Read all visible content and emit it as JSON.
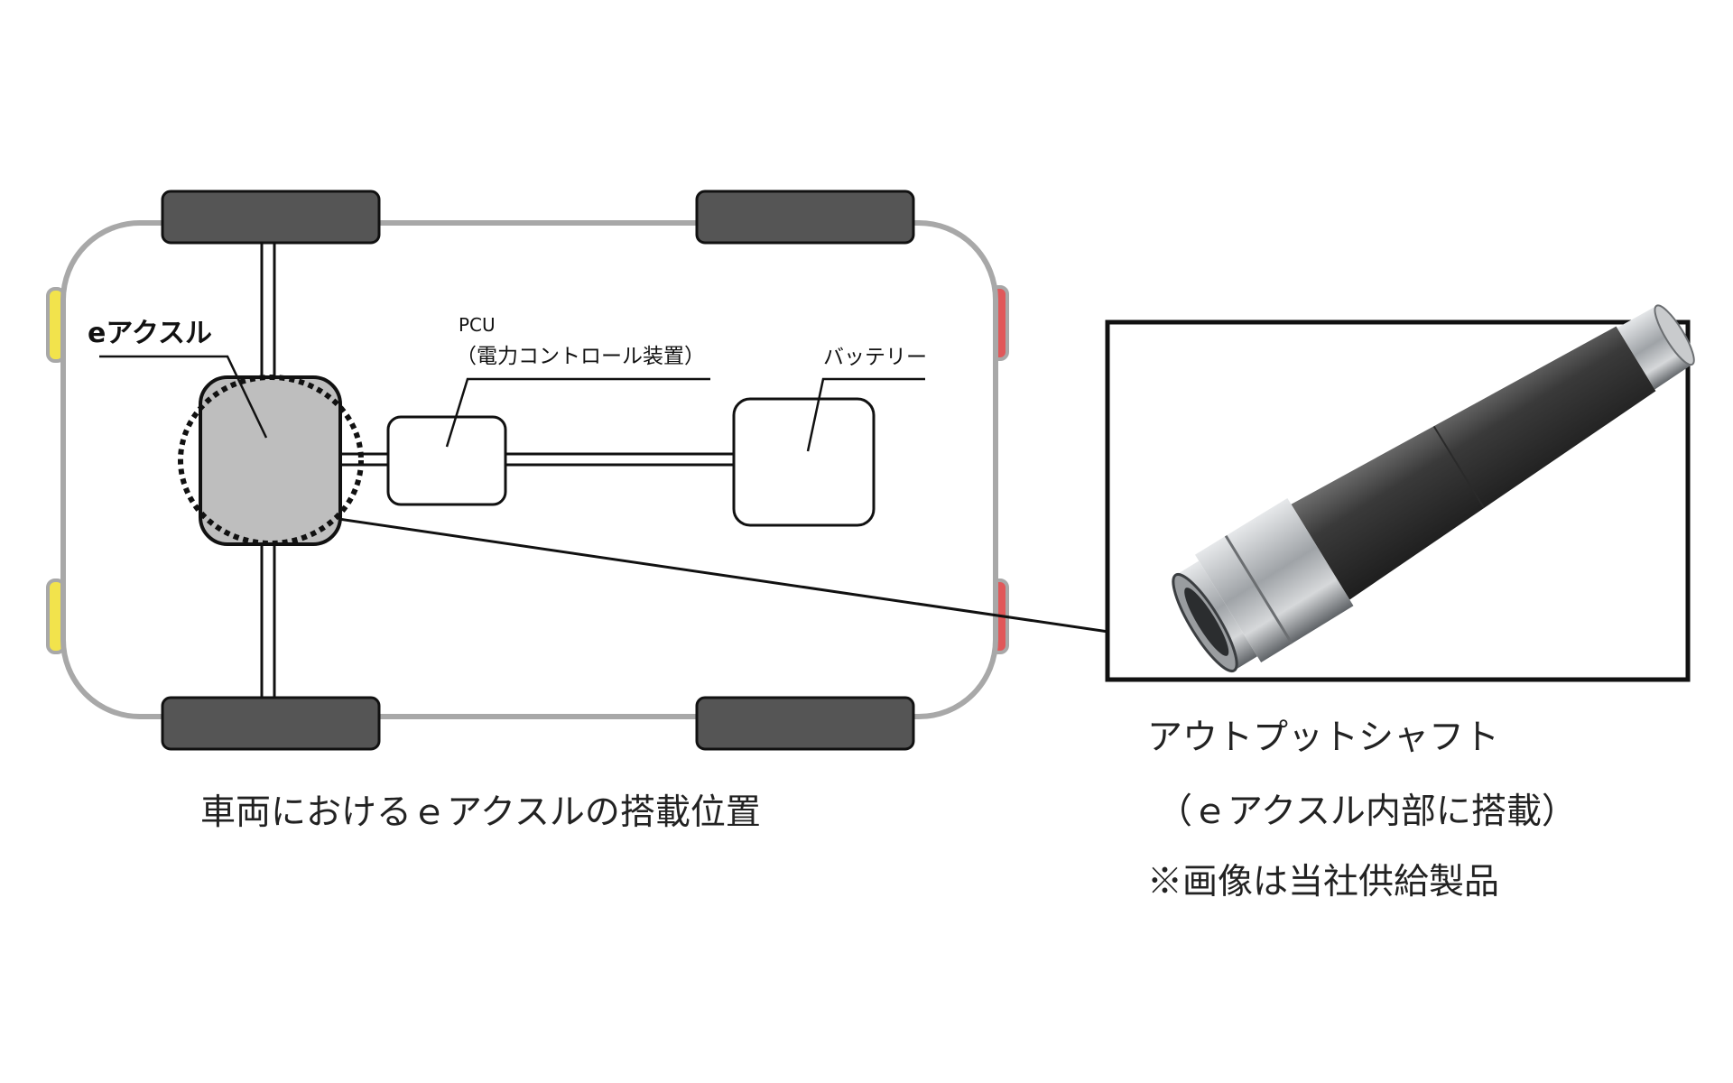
{
  "vehicle_diagram": {
    "eaxle_label": "eアクスル",
    "pcu_label_line1": "PCU",
    "pcu_label_line2": "（電力コントロール装置）",
    "battery_label": "バッテリー",
    "caption": "車両におけるｅアクスルの搭載位置"
  },
  "product_panel": {
    "product_name": "アウトプットシャフト",
    "product_note": "（ｅアクスル内部に搭載）",
    "disclaimer": "※画像は当社供給製品"
  },
  "colors": {
    "body_outline": "#a8a8a8",
    "tire": "#555555",
    "front_light": "#f2e34c",
    "rear_light": "#e0585a",
    "eaxle_fill": "#bebebe",
    "shaft_metal": "#4a4a4a",
    "shaft_polished": "#b9bcbf"
  }
}
